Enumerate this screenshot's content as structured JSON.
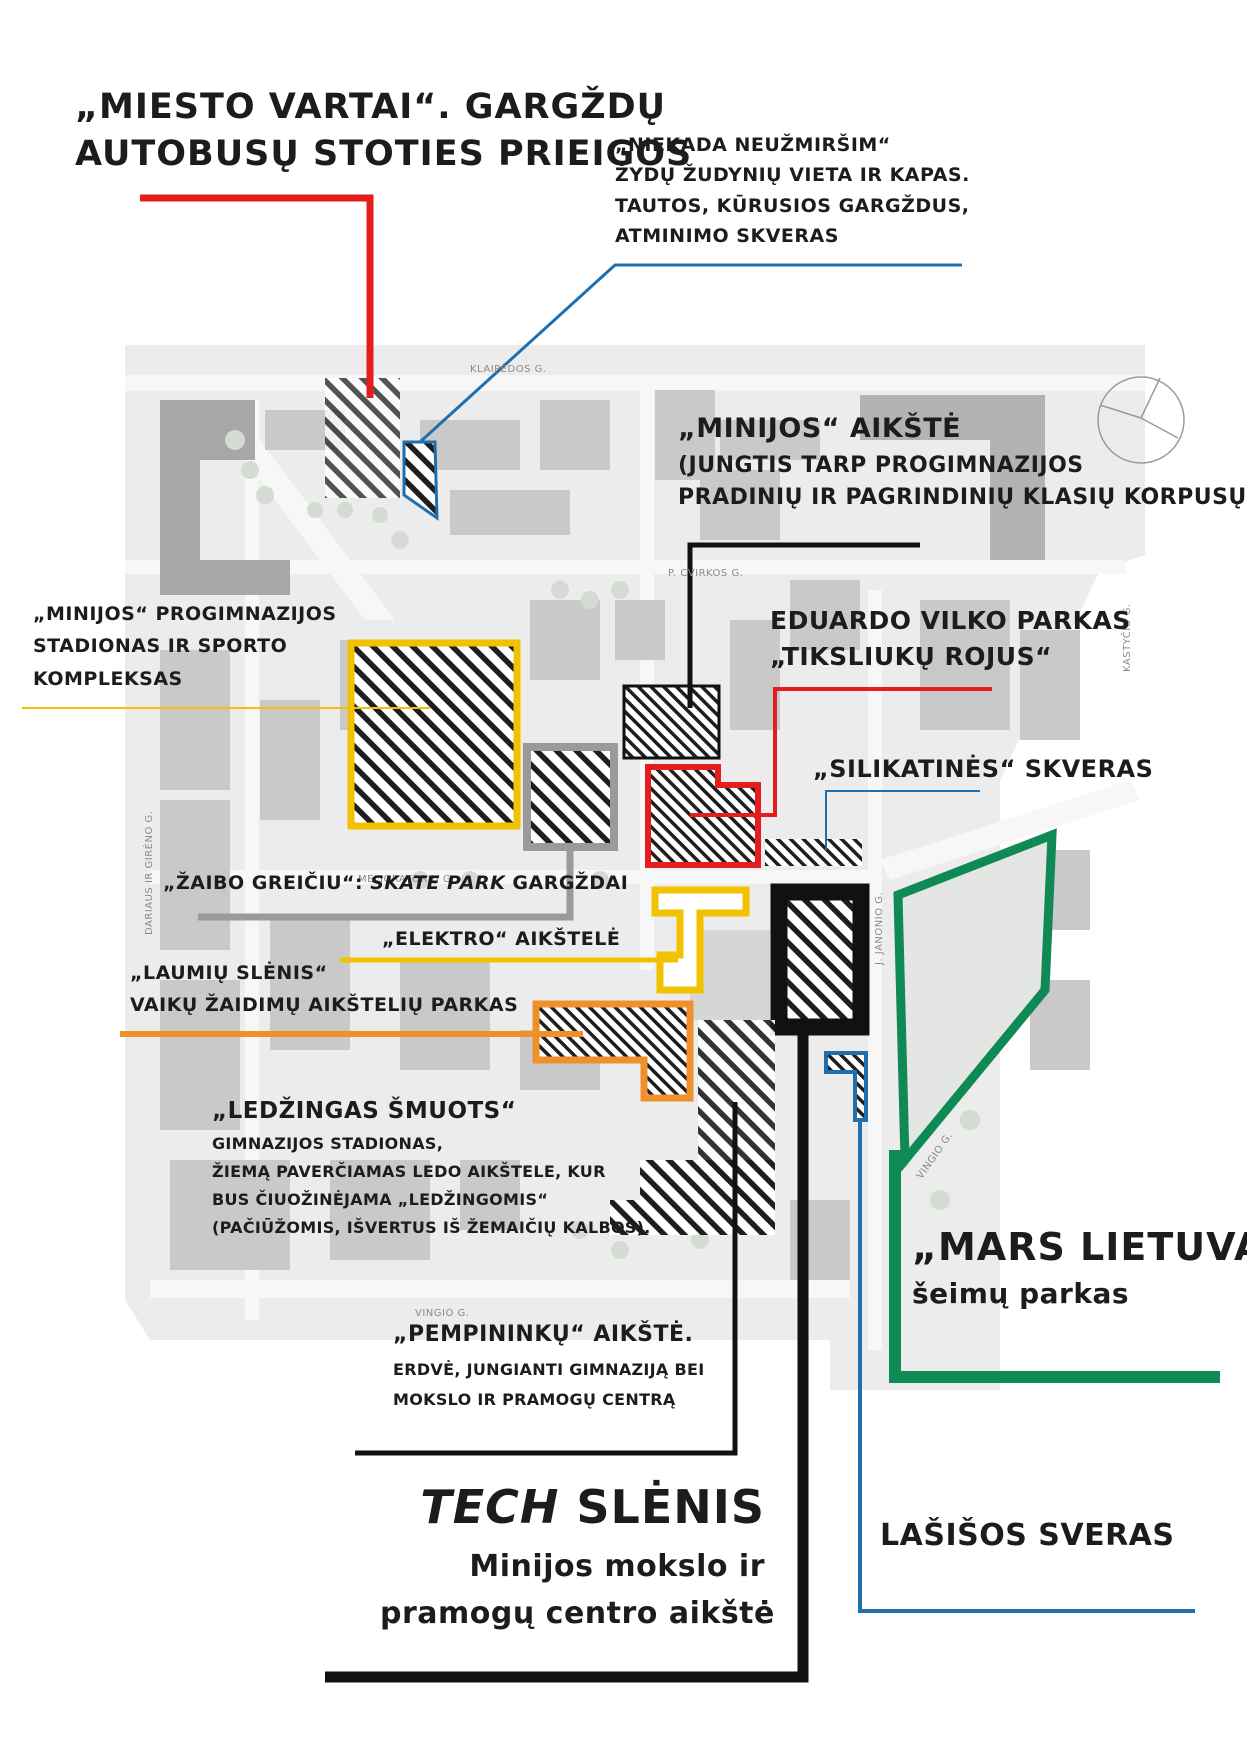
{
  "streets": {
    "klaipedos": "KLAIPĖDOS G.",
    "p_cvirkos": "P. CVIRKOS G.",
    "kastycio": "KASTYČIO G.",
    "meliorator": "MELIORATORIŲ G.",
    "darius_girenas": "DARIAUS IR GIRĖNO G.",
    "j_janonio": "J. JANONIO G.",
    "vingio_1": "VINGIO G.",
    "vingio_2": "VINGIO G."
  },
  "labels": {
    "miesto_vartai": {
      "line1": "„MIESTO VARTAI“. GARGŽDŲ",
      "line2": "AUTOBUSŲ STOTIES PRIEIGOS",
      "color": "#e41e1e"
    },
    "niekada": {
      "line1": "„NIEKADA NEUŽMIRŠIM“",
      "line2": "ŽYDŲ ŽUDYNIŲ VIETA IR KAPAS.",
      "line3": "TAUTOS, KŪRUSIOS GARGŽDUS,",
      "line4": "ATMINIMO SKVERAS",
      "color": "#1f6fae"
    },
    "minijos_aikste": {
      "title": "„MINIJOS“ AIKŠTĖ",
      "line1": "(JUNGTIS TARP PROGIMNAZIJOS",
      "line2": "PRADINIŲ IR PAGRINDINIŲ KLASIŲ KORPUSŲ)",
      "color": "#111111"
    },
    "stadionas": {
      "line1": "„MINIJOS“ PROGIMNAZIJOS",
      "line2": "STADIONAS IR SPORTO",
      "line3": "KOMPLEKSAS",
      "color": "#f2c200"
    },
    "vilko_parkas": {
      "line1": "EDUARDO VILKO PARKAS",
      "line2": "„TIKSLIUKŲ ROJUS“",
      "color": "#e41e1e"
    },
    "silikatines": {
      "title": "„SILIKATINĖS“ SKVERAS",
      "color": "#1f6fae"
    },
    "zaibo": {
      "prefix": "„ŽAIBO GREIČIU“: ",
      "italic": "SKATE PARK",
      "suffix": " GARGŽDAI",
      "color": "#8f8f8f"
    },
    "elektro": {
      "title": "„ELEKTRO“ AIKŠTELĖ",
      "color": "#f2c200"
    },
    "laumiu": {
      "line1": "„LAUMIŲ SLĖNIS“",
      "line2": "VAIKŲ ŽAIDIMŲ AIKŠTELIŲ PARKAS",
      "color": "#f0902a"
    },
    "ledzingas": {
      "title": "„LEDŽINGAS ŠMUOTS“",
      "line1": "GIMNAZIJOS STADIONAS,",
      "line2": "ŽIEMĄ PAVERČIAMAS LEDO AIKŠTELE, KUR",
      "line3": "BUS ČIUOŽINĖJAMA „LEDŽINGOMIS“",
      "line4": "(PAČIŪŽOMIS, IŠVERTUS IŠ ŽEMAIČIŲ KALBOS)."
    },
    "mars": {
      "title": "„MARS LIETUVA“",
      "subtitle": "šeimų parkas",
      "color": "#0f8a55"
    },
    "pempininku": {
      "title": "„PEMPININKŲ“ AIKŠTĖ.",
      "line1": "ERDVĖ, JUNGIANTI GIMNAZIJĄ BEI",
      "line2": "MOKSLO IR PRAMOGŲ CENTRĄ",
      "color": "#111111"
    },
    "tech": {
      "italic": "TECH",
      "rest": " SLĖNIS",
      "line1": "Minijos mokslo ir",
      "line2": "pramogų centro aikštė",
      "color": "#111111"
    },
    "lasisos": {
      "title": "LAŠIŠOS SVERAS",
      "color": "#1f6fae"
    }
  },
  "icons": {
    "north_arrow": "compass-icon"
  }
}
